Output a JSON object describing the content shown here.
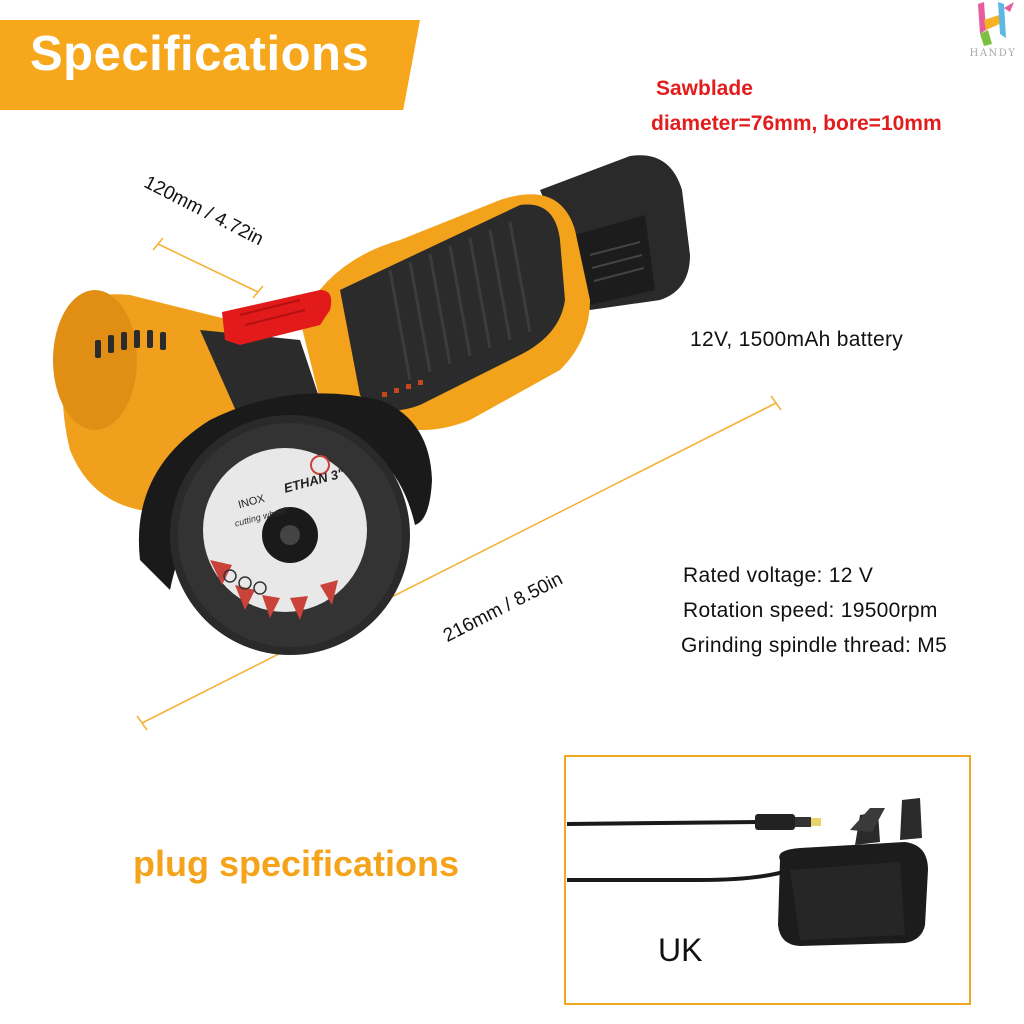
{
  "banner": {
    "title": "Specifications"
  },
  "brand": {
    "logo_text": "HANDY",
    "accent": "#f7a71b"
  },
  "sawblade": {
    "line1": "Sawblade",
    "line2": "diameter=76mm, bore=10mm",
    "color": "#e21d1d"
  },
  "dimensions": {
    "width": "120mm / 4.72in",
    "length": "216mm / 8.50in"
  },
  "battery": "12V, 1500mAh battery",
  "specs": [
    "Rated voltage: 12 V",
    "Rotation speed: 19500rpm",
    "Grinding spindle thread: M5"
  ],
  "blade_label": {
    "brand": "ETHAN 3\"",
    "material": "INOX",
    "type": "cutting wheel"
  },
  "plug": {
    "title": "plug specifications",
    "region": "UK"
  }
}
